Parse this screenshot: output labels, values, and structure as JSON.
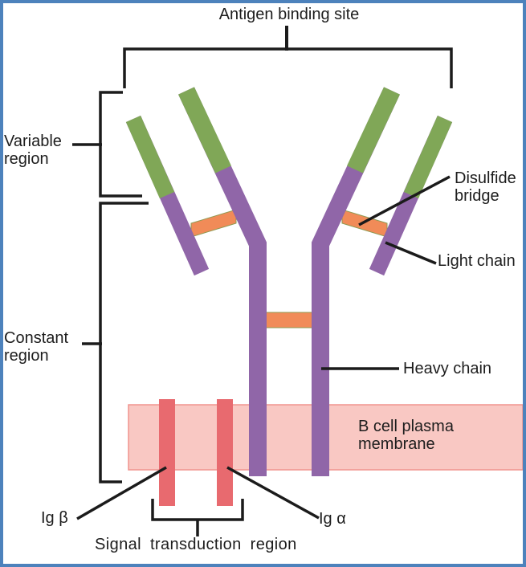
{
  "diagram": {
    "labels": {
      "antigen_binding_site": "Antigen binding site",
      "variable_region": "Variable\nregion",
      "constant_region": "Constant\nregion",
      "disulfide_bridge": "Disulfide\nbridge",
      "light_chain": "Light chain",
      "heavy_chain": "Heavy chain",
      "b_cell_plasma_membrane": "B cell plasma\nmembrane",
      "ig_beta": "Ig β",
      "ig_alpha": "Ig α",
      "signal_transduction_region": "Signal transduction region"
    },
    "colors": {
      "frame_border": "#4d82bc",
      "variable_region_green": "#80a757",
      "constant_region_purple": "#9066a8",
      "disulfide_bridge_orange": "#f18b58",
      "ig_receptor_red": "#e86a6f",
      "membrane_pink_fill": "#f9c8c3",
      "membrane_pink_edge": "#f0948e",
      "line_black": "#1b1b1b"
    }
  }
}
